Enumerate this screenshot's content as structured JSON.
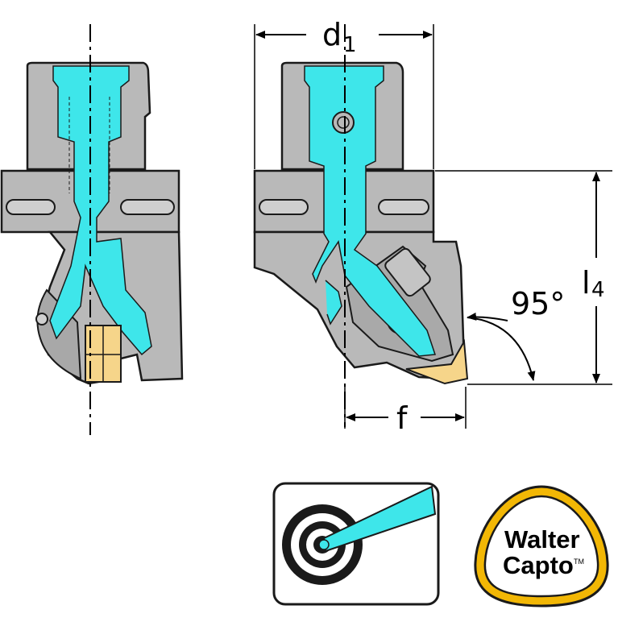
{
  "dimensions": {
    "d1": {
      "symbol": "d",
      "sub": "1"
    },
    "l4": {
      "symbol": "l",
      "sub": "4"
    },
    "f": {
      "symbol": "f"
    },
    "angle": "95°"
  },
  "logo": {
    "line1": "Walter",
    "line2": "Capto",
    "mark": "TM"
  },
  "colors": {
    "coolant": "#3ee6ea",
    "body": "#b9b9b9",
    "body_dark": "#8a8a8a",
    "insert": "#f6d58a",
    "logo_ring": "#f2b705",
    "outline": "#1a1a1a"
  },
  "icons": [
    "side-view-icon",
    "front-view-icon",
    "internal-coolant-icon",
    "walter-capto-logo-icon"
  ]
}
